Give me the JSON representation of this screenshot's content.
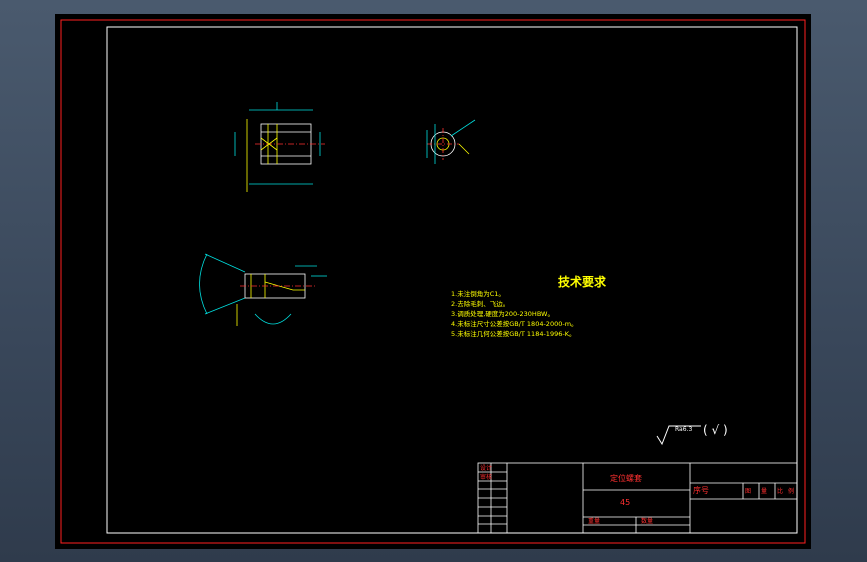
{
  "colors": {
    "background": "#3d4b5e",
    "sheet": "#000000",
    "border": "#ff2020",
    "text": "#ffff00",
    "drawing": "#ffffff",
    "dim": "#00e0e0"
  },
  "tech_requirements": {
    "title": "技术要求",
    "items": [
      "1.未注倒角为C1。",
      "2.去除毛刺、飞边。",
      "3.调质处理,硬度为200-230HBW。",
      "4.未标注尺寸公差按GB/T 1804-2000-m。",
      "5.未标注几何公差按GB/T 1184-1996-K。"
    ]
  },
  "roughness": {
    "symbol": "√",
    "value": "Ra6.3",
    "other": "( √ )"
  },
  "title_block": {
    "part_name": "定位螺套",
    "material": "45",
    "serial_label": "序号",
    "left_labels": [
      "设计",
      "审核",
      "",
      "",
      "",
      "",
      "",
      ""
    ],
    "right_labels": [
      "图",
      "量",
      "比",
      "例"
    ],
    "mid_labels": [
      "重量",
      "数量"
    ]
  }
}
